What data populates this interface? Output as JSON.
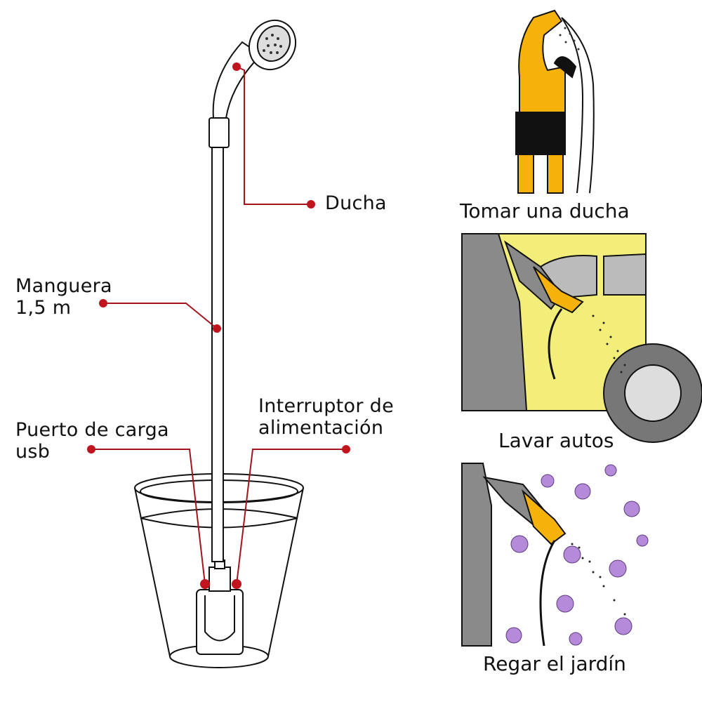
{
  "colors": {
    "accent": "#c0141f",
    "skin": "#f5b20a",
    "car": "#f3ee7a",
    "flower": "#b58ad8",
    "sleeve": "#8a8a8a"
  },
  "labels": {
    "shower": "Ducha",
    "hose_line1": "Manguera",
    "hose_line2": "1,5 m",
    "usb_line1": "Puerto de carga",
    "usb_line2": "usb",
    "switch_line1": "Interruptor de",
    "switch_line2": "alimentación"
  },
  "uses": [
    {
      "caption": "Tomar una ducha"
    },
    {
      "caption": "Lavar autos"
    },
    {
      "caption": "Regar el jardín"
    }
  ]
}
